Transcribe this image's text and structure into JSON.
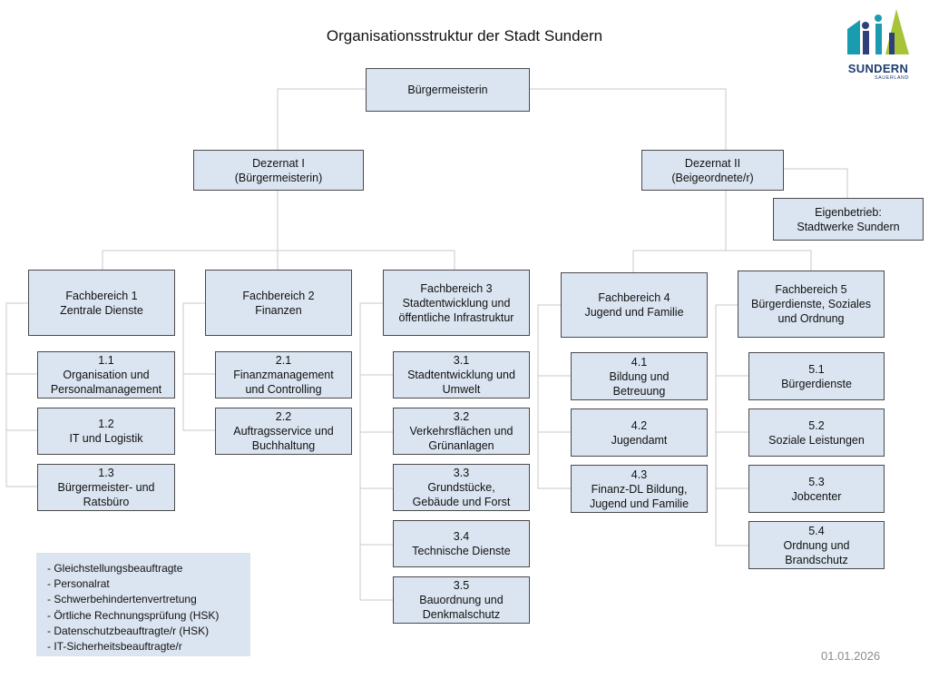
{
  "title": "Organisationsstruktur der Stadt Sundern",
  "logo": {
    "name": "SUNDERN",
    "region": "SAUERLAND",
    "colors": [
      "#1a9bb0",
      "#2e3f7a",
      "#a6c437"
    ]
  },
  "colors": {
    "box_fill": "#dbe5f1",
    "box_border": "#4a4a4a",
    "connector": "#c8c8c8"
  },
  "top": {
    "lines": [
      "Bürgermeisterin"
    ]
  },
  "dezernat1": {
    "lines": [
      "Dezernat I",
      "(Bürgermeisterin)"
    ]
  },
  "dezernat2": {
    "lines": [
      "Dezernat II",
      "(Beigeordnete/r)"
    ]
  },
  "eigenbetrieb": {
    "lines": [
      "Eigenbetrieb:",
      "Stadtwerke Sundern"
    ]
  },
  "fachbereiche": [
    {
      "lines": [
        "Fachbereich 1",
        "Zentrale Dienste"
      ],
      "units": [
        {
          "lines": [
            "1.1",
            "Organisation und",
            "Personalmanagement"
          ]
        },
        {
          "lines": [
            "1.2",
            "IT und Logistik"
          ]
        },
        {
          "lines": [
            "1.3",
            "Bürgermeister- und",
            "Ratsbüro"
          ]
        }
      ]
    },
    {
      "lines": [
        "Fachbereich 2",
        "Finanzen"
      ],
      "units": [
        {
          "lines": [
            "2.1",
            "Finanzmanagement",
            "und Controlling"
          ]
        },
        {
          "lines": [
            "2.2",
            "Auftragsservice und",
            "Buchhaltung"
          ]
        }
      ]
    },
    {
      "lines": [
        "Fachbereich 3",
        "Stadtentwicklung und",
        "öffentliche Infrastruktur"
      ],
      "units": [
        {
          "lines": [
            "3.1",
            "Stadtentwicklung und",
            "Umwelt"
          ]
        },
        {
          "lines": [
            "3.2",
            "Verkehrsflächen und",
            "Grünanlagen"
          ]
        },
        {
          "lines": [
            "3.3",
            "Grundstücke,",
            "Gebäude und Forst"
          ]
        },
        {
          "lines": [
            "3.4",
            "Technische Dienste"
          ]
        },
        {
          "lines": [
            "3.5",
            "Bauordnung und",
            "Denkmalschutz"
          ]
        }
      ]
    },
    {
      "lines": [
        "Fachbereich 4",
        "Jugend und Familie"
      ],
      "units": [
        {
          "lines": [
            "4.1",
            "Bildung und",
            "Betreuung"
          ]
        },
        {
          "lines": [
            "4.2",
            "Jugendamt"
          ]
        },
        {
          "lines": [
            "4.3",
            "Finanz-DL Bildung,",
            "Jugend und Familie"
          ]
        }
      ]
    },
    {
      "lines": [
        "Fachbereich 5",
        "Bürgerdienste, Soziales",
        "und Ordnung"
      ],
      "units": [
        {
          "lines": [
            "5.1",
            "Bürgerdienste"
          ]
        },
        {
          "lines": [
            "5.2",
            "Soziale Leistungen"
          ]
        },
        {
          "lines": [
            "5.3",
            "Jobcenter"
          ]
        },
        {
          "lines": [
            "5.4",
            "Ordnung und",
            "Brandschutz"
          ]
        }
      ]
    }
  ],
  "staff": [
    "- Gleichstellungsbeauftragte",
    "- Personalrat",
    "- Schwerbehindertenvertretung",
    "- Örtliche Rechnungsprüfung (HSK)",
    "- Datenschutzbeauftragte/r (HSK)",
    "- IT-Sicherheitsbeauftragte/r"
  ],
  "date": "01.01.2026"
}
